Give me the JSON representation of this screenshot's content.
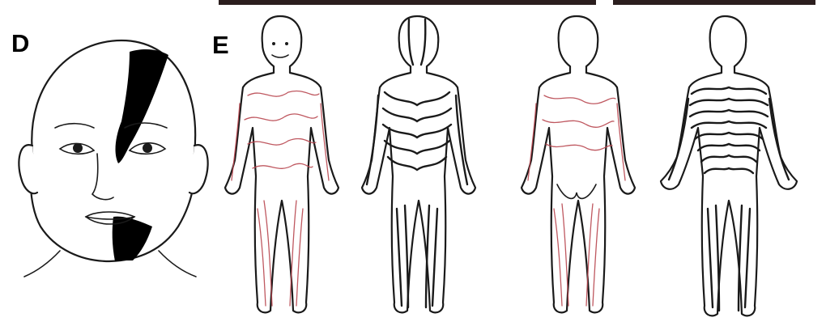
{
  "labels": {
    "panel_d": "D",
    "panel_e": "E"
  },
  "colors": {
    "background": "#ffffff",
    "outline": "#1a1a1a",
    "blaschko_lines_red": "#b8464f",
    "pigmentation": "#000000"
  },
  "figures": [
    {
      "view": "front",
      "line_style": "red"
    },
    {
      "view": "front",
      "line_style": "black"
    },
    {
      "view": "back",
      "line_style": "red"
    },
    {
      "view": "back",
      "line_style": "black"
    }
  ]
}
